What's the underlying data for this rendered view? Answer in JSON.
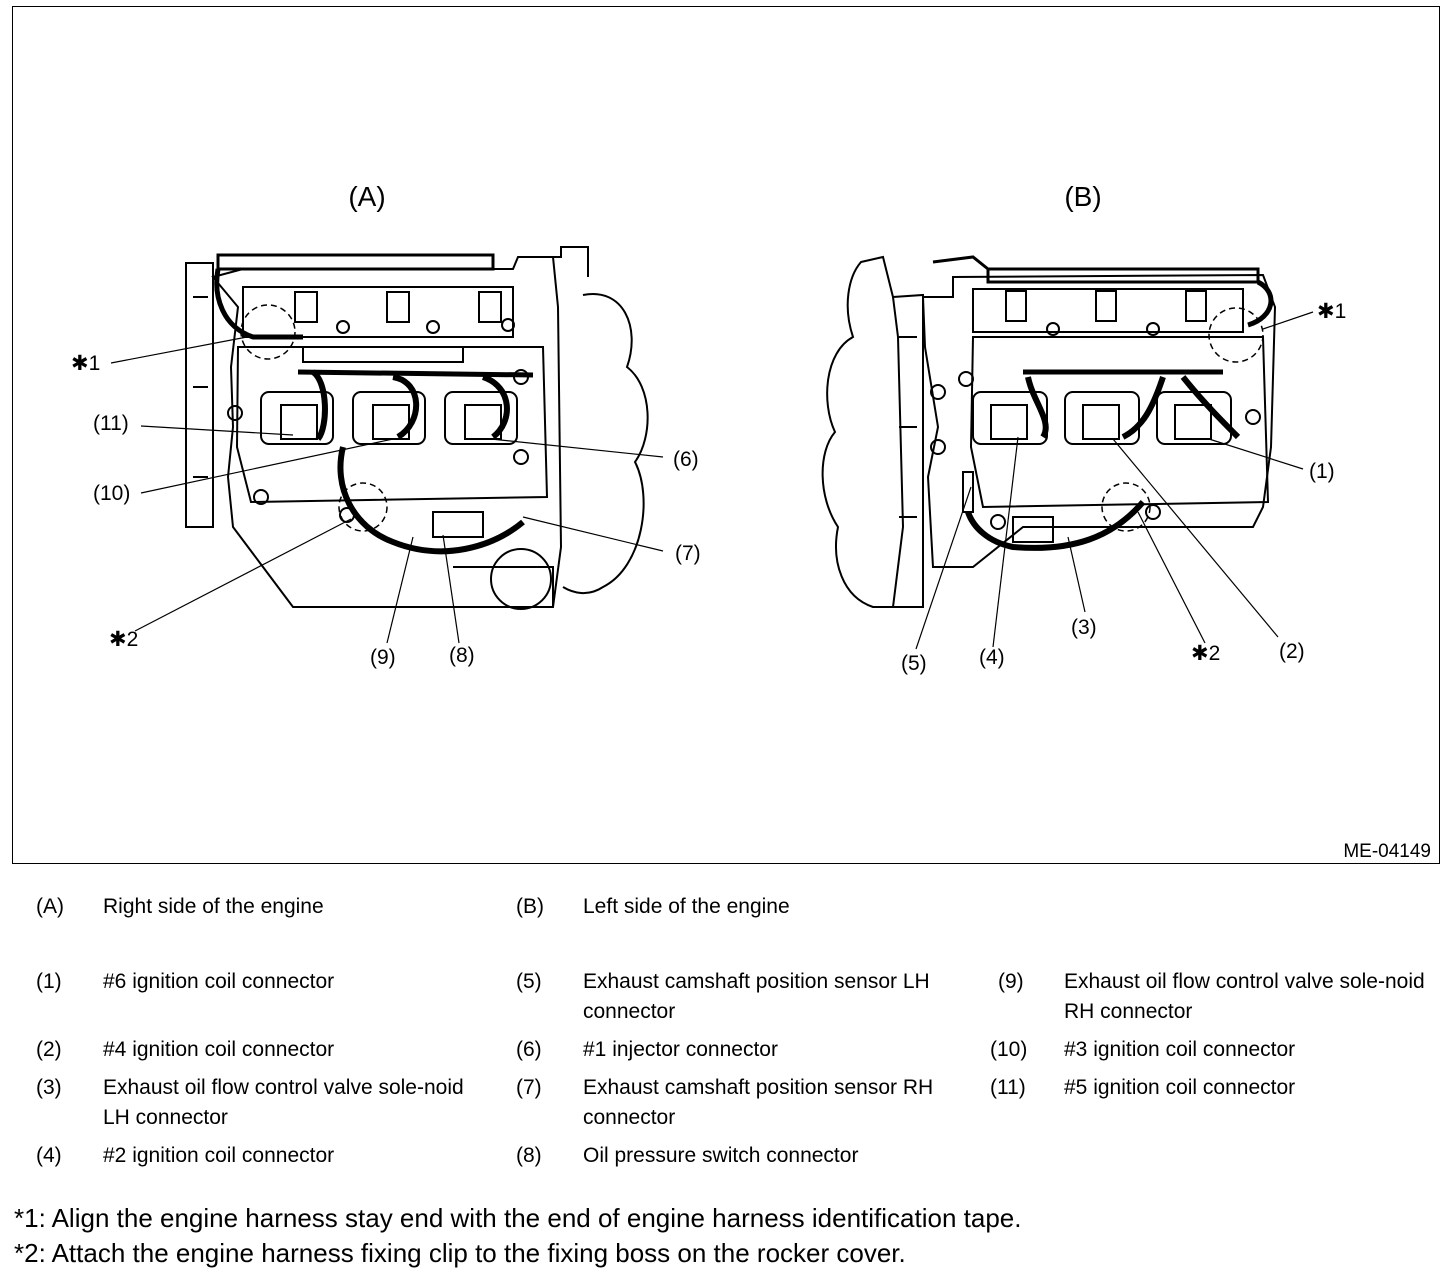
{
  "figure": {
    "code": "ME-04149",
    "view_a_tag": "(A)",
    "view_b_tag": "(B)",
    "callouts_a": {
      "star1": "✱1",
      "star2": "✱2",
      "c11": "(11)",
      "c10": "(10)",
      "c6": "(6)",
      "c7": "(7)",
      "c9": "(9)",
      "c8": "(8)"
    },
    "callouts_b": {
      "star1": "✱1",
      "star2": "✱2",
      "c1": "(1)",
      "c2": "(2)",
      "c3": "(3)",
      "c4": "(4)",
      "c5": "(5)"
    }
  },
  "legend": {
    "views": [
      {
        "key": "(A)",
        "text": "Right side of the engine"
      },
      {
        "key": "(B)",
        "text": "Left side of the engine"
      }
    ],
    "items": [
      {
        "key": "(1)",
        "text": "#6 ignition coil connector"
      },
      {
        "key": "(2)",
        "text": "#4 ignition coil connector"
      },
      {
        "key": "(3)",
        "text": "Exhaust oil flow control valve sole-noid LH connector"
      },
      {
        "key": "(4)",
        "text": "#2 ignition coil connector"
      },
      {
        "key": "(5)",
        "text": "Exhaust camshaft position sensor LH connector"
      },
      {
        "key": "(6)",
        "text": "#1 injector connector"
      },
      {
        "key": "(7)",
        "text": "Exhaust camshaft position sensor RH connector"
      },
      {
        "key": "(8)",
        "text": "Oil pressure switch connector"
      },
      {
        "key": "(9)",
        "text": "Exhaust oil flow control valve sole-noid RH connector"
      },
      {
        "key": "(10)",
        "text": "#3 ignition coil connector"
      },
      {
        "key": "(11)",
        "text": "#5 ignition coil connector"
      }
    ]
  },
  "notes": [
    "*1: Align the engine harness stay end with the end of engine harness identification tape.",
    "*2: Attach the engine harness fixing clip to the fixing boss on the rocker cover."
  ]
}
